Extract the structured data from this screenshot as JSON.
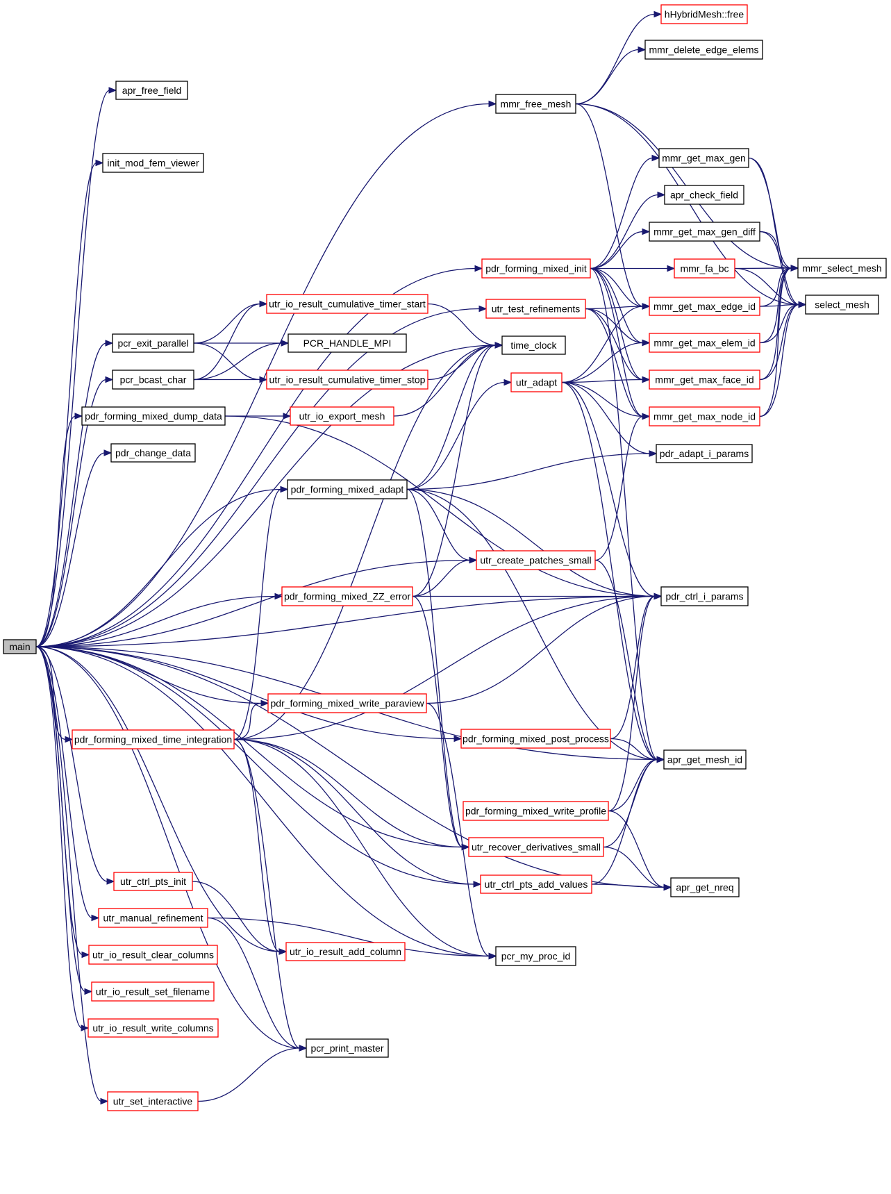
{
  "colors": {
    "edge": "#191970",
    "border_normal": "#000000",
    "border_truncated": "#ff0000",
    "root_fill": "#bfbfbf",
    "node_fill": "#ffffff"
  },
  "nodes": [
    {
      "id": "main",
      "label": "main",
      "kind": "root"
    },
    {
      "id": "apr_free_field",
      "label": "apr_free_field",
      "kind": "normal"
    },
    {
      "id": "init_mod_fem_viewer",
      "label": "init_mod_fem_viewer",
      "kind": "normal"
    },
    {
      "id": "pcr_exit_parallel",
      "label": "pcr_exit_parallel",
      "kind": "normal"
    },
    {
      "id": "pcr_bcast_char",
      "label": "pcr_bcast_char",
      "kind": "normal"
    },
    {
      "id": "pdr_forming_mixed_dump_data",
      "label": "pdr_forming_mixed_dump_data",
      "kind": "normal"
    },
    {
      "id": "pdr_change_data",
      "label": "pdr_change_data",
      "kind": "normal"
    },
    {
      "id": "pdr_forming_mixed_time_integration",
      "label": "pdr_forming_mixed_time_integration",
      "kind": "truncated"
    },
    {
      "id": "utr_ctrl_pts_init",
      "label": "utr_ctrl_pts_init",
      "kind": "truncated"
    },
    {
      "id": "utr_manual_refinement",
      "label": "utr_manual_refinement",
      "kind": "truncated"
    },
    {
      "id": "utr_io_result_clear_columns",
      "label": "utr_io_result_clear_columns",
      "kind": "truncated"
    },
    {
      "id": "utr_io_result_set_filename",
      "label": "utr_io_result_set_filename",
      "kind": "truncated"
    },
    {
      "id": "utr_io_result_write_columns",
      "label": "utr_io_result_write_columns",
      "kind": "truncated"
    },
    {
      "id": "utr_set_interactive",
      "label": "utr_set_interactive",
      "kind": "truncated"
    },
    {
      "id": "utr_io_result_cumulative_timer_start",
      "label": "utr_io_result_cumulative_timer_start",
      "kind": "truncated"
    },
    {
      "id": "PCR_HANDLE_MPI",
      "label": "PCR_HANDLE_MPI",
      "kind": "normal"
    },
    {
      "id": "utr_io_result_cumulative_timer_stop",
      "label": "utr_io_result_cumulative_timer_stop",
      "kind": "truncated"
    },
    {
      "id": "utr_io_export_mesh",
      "label": "utr_io_export_mesh",
      "kind": "truncated"
    },
    {
      "id": "pdr_forming_mixed_adapt",
      "label": "pdr_forming_mixed_adapt",
      "kind": "normal"
    },
    {
      "id": "pdr_forming_mixed_ZZ_error",
      "label": "pdr_forming_mixed_ZZ_error",
      "kind": "truncated"
    },
    {
      "id": "pdr_forming_mixed_write_paraview",
      "label": "pdr_forming_mixed_write_paraview",
      "kind": "truncated"
    },
    {
      "id": "utr_io_result_add_column",
      "label": "utr_io_result_add_column",
      "kind": "truncated"
    },
    {
      "id": "pcr_print_master",
      "label": "pcr_print_master",
      "kind": "normal"
    },
    {
      "id": "mmr_free_mesh",
      "label": "mmr_free_mesh",
      "kind": "normal"
    },
    {
      "id": "pdr_forming_mixed_init",
      "label": "pdr_forming_mixed_init",
      "kind": "truncated"
    },
    {
      "id": "utr_test_refinements",
      "label": "utr_test_refinements",
      "kind": "truncated"
    },
    {
      "id": "time_clock",
      "label": "time_clock",
      "kind": "normal"
    },
    {
      "id": "utr_adapt",
      "label": "utr_adapt",
      "kind": "truncated"
    },
    {
      "id": "utr_create_patches_small",
      "label": "utr_create_patches_small",
      "kind": "truncated"
    },
    {
      "id": "pdr_forming_mixed_post_process",
      "label": "pdr_forming_mixed_post_process",
      "kind": "truncated"
    },
    {
      "id": "pdr_forming_mixed_write_profile",
      "label": "pdr_forming_mixed_write_profile",
      "kind": "truncated"
    },
    {
      "id": "utr_recover_derivatives_small",
      "label": "utr_recover_derivatives_small",
      "kind": "truncated"
    },
    {
      "id": "utr_ctrl_pts_add_values",
      "label": "utr_ctrl_pts_add_values",
      "kind": "truncated"
    },
    {
      "id": "pcr_my_proc_id",
      "label": "pcr_my_proc_id",
      "kind": "normal"
    },
    {
      "id": "hHybridMesh_free",
      "label": "hHybridMesh::free",
      "kind": "truncated"
    },
    {
      "id": "mmr_delete_edge_elems",
      "label": "mmr_delete_edge_elems",
      "kind": "normal"
    },
    {
      "id": "mmr_get_max_gen",
      "label": "mmr_get_max_gen",
      "kind": "normal"
    },
    {
      "id": "apr_check_field",
      "label": "apr_check_field",
      "kind": "normal"
    },
    {
      "id": "mmr_get_max_gen_diff",
      "label": "mmr_get_max_gen_diff",
      "kind": "normal"
    },
    {
      "id": "mmr_fa_bc",
      "label": "mmr_fa_bc",
      "kind": "truncated"
    },
    {
      "id": "mmr_get_max_edge_id",
      "label": "mmr_get_max_edge_id",
      "kind": "truncated"
    },
    {
      "id": "mmr_get_max_elem_id",
      "label": "mmr_get_max_elem_id",
      "kind": "truncated"
    },
    {
      "id": "mmr_get_max_face_id",
      "label": "mmr_get_max_face_id",
      "kind": "truncated"
    },
    {
      "id": "mmr_get_max_node_id",
      "label": "mmr_get_max_node_id",
      "kind": "truncated"
    },
    {
      "id": "pdr_adapt_i_params",
      "label": "pdr_adapt_i_params",
      "kind": "normal"
    },
    {
      "id": "pdr_ctrl_i_params",
      "label": "pdr_ctrl_i_params",
      "kind": "normal"
    },
    {
      "id": "apr_get_mesh_id",
      "label": "apr_get_mesh_id",
      "kind": "normal"
    },
    {
      "id": "apr_get_nreq",
      "label": "apr_get_nreq",
      "kind": "normal"
    },
    {
      "id": "mmr_select_mesh",
      "label": "mmr_select_mesh",
      "kind": "normal"
    },
    {
      "id": "select_mesh",
      "label": "select_mesh",
      "kind": "normal"
    }
  ],
  "edges": [
    [
      "main",
      "apr_free_field"
    ],
    [
      "main",
      "init_mod_fem_viewer"
    ],
    [
      "main",
      "pcr_exit_parallel"
    ],
    [
      "main",
      "pcr_bcast_char"
    ],
    [
      "main",
      "pdr_forming_mixed_dump_data"
    ],
    [
      "main",
      "pdr_change_data"
    ],
    [
      "main",
      "pdr_forming_mixed_time_integration"
    ],
    [
      "main",
      "utr_ctrl_pts_init"
    ],
    [
      "main",
      "utr_manual_refinement"
    ],
    [
      "main",
      "utr_io_result_clear_columns"
    ],
    [
      "main",
      "utr_io_result_set_filename"
    ],
    [
      "main",
      "utr_io_result_write_columns"
    ],
    [
      "main",
      "utr_set_interactive"
    ],
    [
      "main",
      "mmr_free_mesh"
    ],
    [
      "main",
      "pdr_forming_mixed_init"
    ],
    [
      "main",
      "utr_test_refinements"
    ],
    [
      "main",
      "time_clock"
    ],
    [
      "main",
      "pdr_forming_mixed_adapt"
    ],
    [
      "main",
      "pdr_ctrl_i_params"
    ],
    [
      "main",
      "utr_create_patches_small"
    ],
    [
      "main",
      "pdr_forming_mixed_ZZ_error"
    ],
    [
      "main",
      "pdr_forming_mixed_write_paraview"
    ],
    [
      "main",
      "pdr_forming_mixed_post_process"
    ],
    [
      "main",
      "apr_get_mesh_id"
    ],
    [
      "main",
      "utr_recover_derivatives_small"
    ],
    [
      "main",
      "utr_ctrl_pts_add_values"
    ],
    [
      "main",
      "pcr_my_proc_id"
    ],
    [
      "main",
      "utr_io_result_add_column"
    ],
    [
      "main",
      "pcr_print_master"
    ],
    [
      "main",
      "apr_get_nreq"
    ],
    [
      "pcr_exit_parallel",
      "utr_io_result_cumulative_timer_start"
    ],
    [
      "pcr_exit_parallel",
      "PCR_HANDLE_MPI"
    ],
    [
      "pcr_exit_parallel",
      "utr_io_result_cumulative_timer_stop"
    ],
    [
      "pcr_bcast_char",
      "utr_io_result_cumulative_timer_start"
    ],
    [
      "pcr_bcast_char",
      "PCR_HANDLE_MPI"
    ],
    [
      "pcr_bcast_char",
      "utr_io_result_cumulative_timer_stop"
    ],
    [
      "utr_io_result_cumulative_timer_start",
      "time_clock"
    ],
    [
      "utr_io_result_cumulative_timer_stop",
      "time_clock"
    ],
    [
      "pdr_forming_mixed_dump_data",
      "utr_io_export_mesh"
    ],
    [
      "pdr_forming_mixed_dump_data",
      "pdr_ctrl_i_params"
    ],
    [
      "utr_io_export_mesh",
      "time_clock"
    ],
    [
      "pdr_forming_mixed_adapt",
      "time_clock"
    ],
    [
      "pdr_forming_mixed_adapt",
      "utr_adapt"
    ],
    [
      "pdr_forming_mixed_adapt",
      "pdr_adapt_i_params"
    ],
    [
      "pdr_forming_mixed_adapt",
      "pdr_ctrl_i_params"
    ],
    [
      "pdr_forming_mixed_adapt",
      "utr_create_patches_small"
    ],
    [
      "pdr_forming_mixed_adapt",
      "apr_get_mesh_id"
    ],
    [
      "pdr_forming_mixed_adapt",
      "utr_recover_derivatives_small"
    ],
    [
      "pdr_forming_mixed_ZZ_error",
      "time_clock"
    ],
    [
      "pdr_forming_mixed_ZZ_error",
      "utr_create_patches_small"
    ],
    [
      "pdr_forming_mixed_ZZ_error",
      "pdr_ctrl_i_params"
    ],
    [
      "pdr_forming_mixed_ZZ_error",
      "utr_recover_derivatives_small"
    ],
    [
      "pdr_forming_mixed_time_integration",
      "pdr_forming_mixed_adapt"
    ],
    [
      "pdr_forming_mixed_time_integration",
      "pdr_forming_mixed_write_paraview"
    ],
    [
      "pdr_forming_mixed_time_integration",
      "pdr_ctrl_i_params"
    ],
    [
      "pdr_forming_mixed_time_integration",
      "utr_recover_derivatives_small"
    ],
    [
      "pdr_forming_mixed_time_integration",
      "utr_ctrl_pts_add_values"
    ],
    [
      "pdr_forming_mixed_time_integration",
      "pcr_my_proc_id"
    ],
    [
      "pdr_forming_mixed_time_integration",
      "utr_io_result_add_column"
    ],
    [
      "pdr_forming_mixed_time_integration",
      "pcr_print_master"
    ],
    [
      "pdr_forming_mixed_time_integration",
      "time_clock"
    ],
    [
      "pdr_forming_mixed_write_paraview",
      "pdr_ctrl_i_params"
    ],
    [
      "pdr_forming_mixed_write_paraview",
      "pcr_my_proc_id"
    ],
    [
      "utr_ctrl_pts_init",
      "utr_io_result_add_column"
    ],
    [
      "utr_manual_refinement",
      "pcr_print_master"
    ],
    [
      "utr_manual_refinement",
      "pcr_my_proc_id"
    ],
    [
      "utr_set_interactive",
      "pcr_print_master"
    ],
    [
      "mmr_free_mesh",
      "hHybridMesh_free"
    ],
    [
      "mmr_free_mesh",
      "mmr_delete_edge_elems"
    ],
    [
      "mmr_free_mesh",
      "mmr_select_mesh"
    ],
    [
      "mmr_free_mesh",
      "select_mesh"
    ],
    [
      "mmr_free_mesh",
      "mmr_get_max_edge_id"
    ],
    [
      "pdr_forming_mixed_init",
      "mmr_get_max_gen"
    ],
    [
      "pdr_forming_mixed_init",
      "apr_check_field"
    ],
    [
      "pdr_forming_mixed_init",
      "mmr_get_max_gen_diff"
    ],
    [
      "pdr_forming_mixed_init",
      "mmr_fa_bc"
    ],
    [
      "pdr_forming_mixed_init",
      "mmr_get_max_edge_id"
    ],
    [
      "pdr_forming_mixed_init",
      "mmr_get_max_elem_id"
    ],
    [
      "pdr_forming_mixed_init",
      "mmr_get_max_face_id"
    ],
    [
      "pdr_forming_mixed_init",
      "mmr_get_max_node_id"
    ],
    [
      "pdr_forming_mixed_init",
      "apr_get_mesh_id"
    ],
    [
      "utr_test_refinements",
      "mmr_get_max_edge_id"
    ],
    [
      "utr_test_refinements",
      "mmr_get_max_elem_id"
    ],
    [
      "utr_test_refinements",
      "mmr_get_max_face_id"
    ],
    [
      "utr_test_refinements",
      "mmr_get_max_node_id"
    ],
    [
      "utr_adapt",
      "mmr_get_max_edge_id"
    ],
    [
      "utr_adapt",
      "mmr_get_max_elem_id"
    ],
    [
      "utr_adapt",
      "mmr_get_max_face_id"
    ],
    [
      "utr_adapt",
      "mmr_get_max_node_id"
    ],
    [
      "utr_adapt",
      "pdr_adapt_i_params"
    ],
    [
      "utr_adapt",
      "pdr_ctrl_i_params"
    ],
    [
      "utr_adapt",
      "apr_get_mesh_id"
    ],
    [
      "utr_create_patches_small",
      "mmr_get_max_node_id"
    ],
    [
      "utr_create_patches_small",
      "apr_get_mesh_id"
    ],
    [
      "pdr_forming_mixed_post_process",
      "pdr_ctrl_i_params"
    ],
    [
      "pdr_forming_mixed_post_process",
      "apr_get_mesh_id"
    ],
    [
      "pdr_forming_mixed_write_profile",
      "pdr_ctrl_i_params"
    ],
    [
      "pdr_forming_mixed_write_profile",
      "apr_get_mesh_id"
    ],
    [
      "pdr_forming_mixed_write_profile",
      "apr_get_nreq"
    ],
    [
      "utr_recover_derivatives_small",
      "apr_get_mesh_id"
    ],
    [
      "utr_recover_derivatives_small",
      "apr_get_nreq"
    ],
    [
      "utr_ctrl_pts_add_values",
      "apr_get_mesh_id"
    ],
    [
      "utr_ctrl_pts_add_values",
      "apr_get_nreq"
    ],
    [
      "mmr_get_max_gen",
      "mmr_select_mesh"
    ],
    [
      "mmr_get_max_gen",
      "select_mesh"
    ],
    [
      "mmr_get_max_gen_diff",
      "mmr_select_mesh"
    ],
    [
      "mmr_get_max_gen_diff",
      "select_mesh"
    ],
    [
      "mmr_fa_bc",
      "mmr_select_mesh"
    ],
    [
      "mmr_fa_bc",
      "select_mesh"
    ],
    [
      "mmr_get_max_edge_id",
      "mmr_select_mesh"
    ],
    [
      "mmr_get_max_edge_id",
      "select_mesh"
    ],
    [
      "mmr_get_max_elem_id",
      "mmr_select_mesh"
    ],
    [
      "mmr_get_max_elem_id",
      "select_mesh"
    ],
    [
      "mmr_get_max_face_id",
      "mmr_select_mesh"
    ],
    [
      "mmr_get_max_face_id",
      "select_mesh"
    ],
    [
      "mmr_get_max_node_id",
      "mmr_select_mesh"
    ],
    [
      "mmr_get_max_node_id",
      "select_mesh"
    ]
  ]
}
